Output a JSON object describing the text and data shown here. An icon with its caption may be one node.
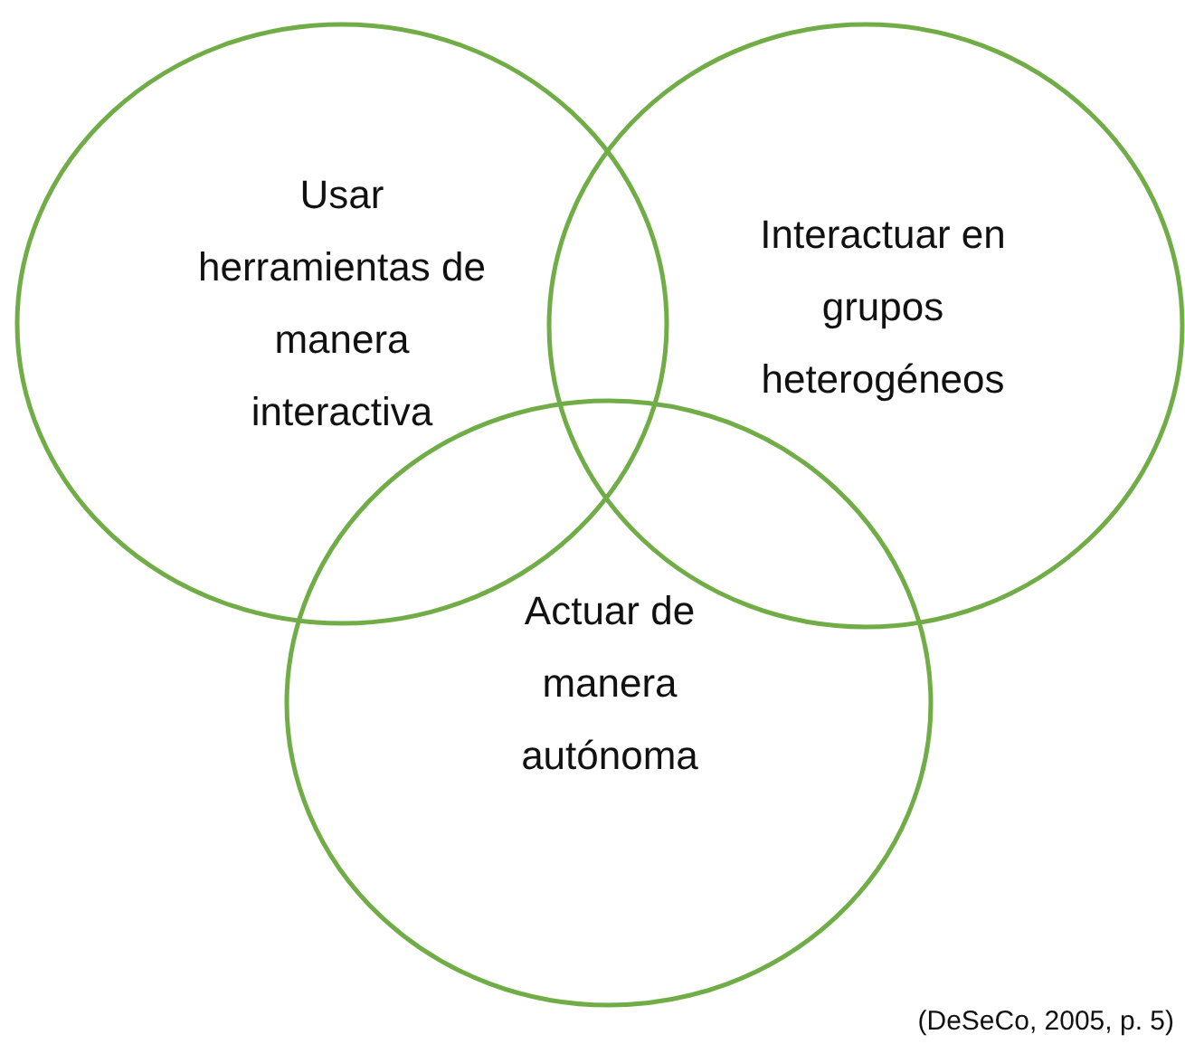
{
  "diagram": {
    "nodes": [
      {
        "text": [
          "Usar herramientas de manera interactiva"
        ]
      },
      {
        "text": [
          "Interactuar en grupos heterogéneos"
        ]
      },
      {
        "text": [
          "Actuar de manera autónoma"
        ]
      }
    ],
    "caption": "(DeSeCo, 2005, p. 5)"
  }
}
